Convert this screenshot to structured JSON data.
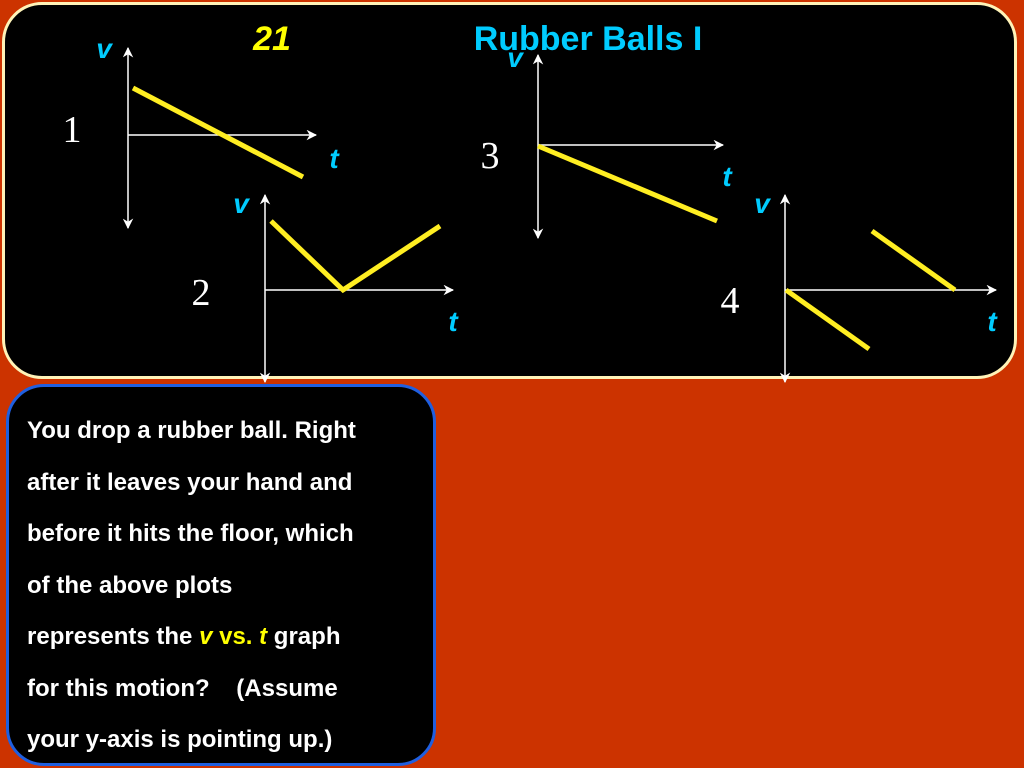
{
  "slide": {
    "number": "21",
    "title": "Rubber Balls I"
  },
  "colors": {
    "background": "#cc3300",
    "panel": "#000000",
    "panel_border": "#fff3b8",
    "question_border": "#1f5fe0",
    "title": "#00ccff",
    "number": "#ffff00",
    "plot_line": "#ffee22",
    "axis": "#ffffff",
    "axis_label": "#00ccff"
  },
  "plots": [
    {
      "id": "1",
      "label": "1",
      "y_axis_label": "v",
      "x_axis_label": "t",
      "line_description": "single decreasing line crossing the t axis"
    },
    {
      "id": "2",
      "label": "2",
      "y_axis_label": "v",
      "x_axis_label": "t",
      "line_description": "V shape touching the t axis"
    },
    {
      "id": "3",
      "label": "3",
      "y_axis_label": "v",
      "x_axis_label": "t",
      "line_description": "decreasing line starting at the t axis"
    },
    {
      "id": "4",
      "label": "4",
      "y_axis_label": "v",
      "x_axis_label": "t",
      "line_description": "two decreasing segments with a jump"
    }
  ],
  "question": {
    "line1": "You drop a rubber ball.  Right",
    "line2": "after it leaves your hand and",
    "line3": "before it hits the floor, which",
    "line4": "of the above plots",
    "line5_a": "represents the ",
    "line5_v": "v",
    "line5_vs": " vs. ",
    "line5_t": "t",
    "line5_b": " graph",
    "line6": "for this motion?    (Assume",
    "line7": "your y-axis is pointing up.)"
  }
}
